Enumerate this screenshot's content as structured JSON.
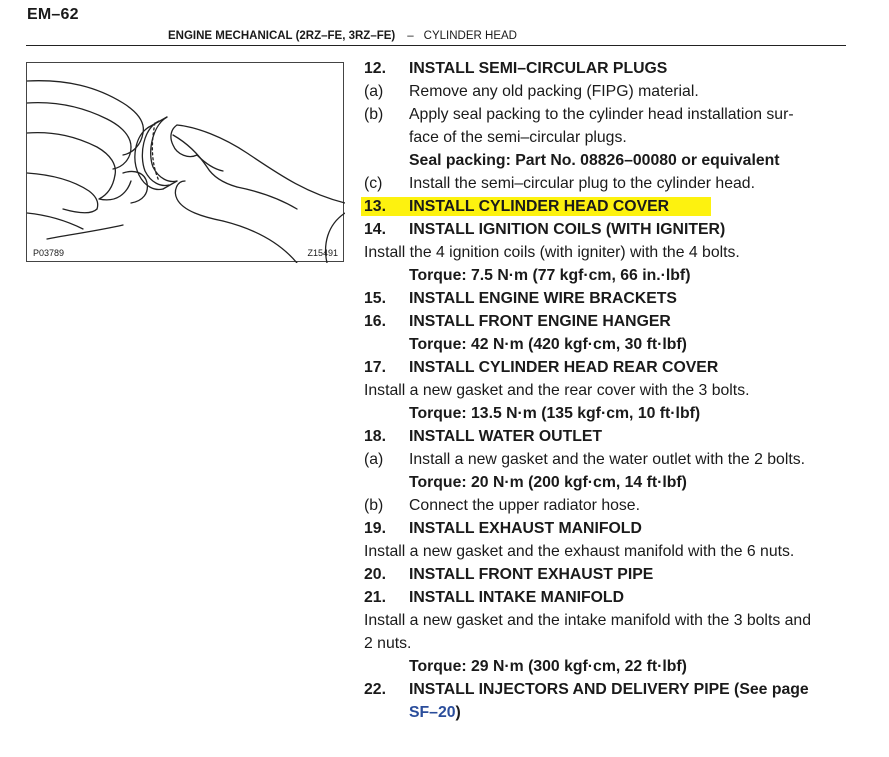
{
  "header": {
    "page_number": "EM–62",
    "section": "ENGINE MECHANICAL (2RZ–FE, 3RZ–FE)",
    "separator": "–",
    "subsection": "CYLINDER HEAD"
  },
  "figure": {
    "code_left": "P03789",
    "code_right": "Z15491"
  },
  "steps": {
    "s12": {
      "num": "12.",
      "title": "INSTALL SEMI–CIRCULAR PLUGS",
      "a_label": "(a)",
      "a_text": "Remove any old packing (FIPG) material.",
      "b_label": "(b)",
      "b_text_1": "Apply seal packing to the cylinder head installation sur-",
      "b_text_2": "face of the semi–circular plugs.",
      "spec": "Seal packing: Part No. 08826–00080 or equivalent",
      "c_label": "(c)",
      "c_text": "Install the semi–circular plug to the cylinder head."
    },
    "s13": {
      "num": "13.",
      "title": "INSTALL CYLINDER HEAD COVER"
    },
    "s14": {
      "num": "14.",
      "title": "INSTALL IGNITION COILS (WITH IGNITER)",
      "text": "Install the 4 ignition coils (with igniter) with the 4 bolts.",
      "torque": "Torque: 7.5 N·m (77 kgf·cm, 66 in.·lbf)"
    },
    "s15": {
      "num": "15.",
      "title": "INSTALL ENGINE WIRE BRACKETS"
    },
    "s16": {
      "num": "16.",
      "title": "INSTALL FRONT ENGINE HANGER",
      "torque": "Torque: 42 N·m (420 kgf·cm, 30 ft·lbf)"
    },
    "s17": {
      "num": "17.",
      "title": "INSTALL CYLINDER HEAD REAR COVER",
      "text": "Install a new gasket and the rear cover with the 3 bolts.",
      "torque": "Torque: 13.5 N·m (135 kgf·cm, 10 ft·lbf)"
    },
    "s18": {
      "num": "18.",
      "title": "INSTALL WATER OUTLET",
      "a_label": "(a)",
      "a_text": "Install a new gasket and the water outlet with the 2 bolts.",
      "torque": "Torque: 20 N·m (200 kgf·cm, 14 ft·lbf)",
      "b_label": "(b)",
      "b_text": "Connect the upper radiator hose."
    },
    "s19": {
      "num": "19.",
      "title": "INSTALL EXHAUST MANIFOLD",
      "text": "Install a new gasket and the exhaust manifold with the 6 nuts."
    },
    "s20": {
      "num": "20.",
      "title": "INSTALL FRONT EXHAUST PIPE"
    },
    "s21": {
      "num": "21.",
      "title": "INSTALL INTAKE MANIFOLD",
      "text_1": "Install a new gasket and the intake manifold with the 3 bolts and",
      "text_2": "2 nuts.",
      "torque": "Torque: 29 N·m (300 kgf·cm, 22 ft·lbf)"
    },
    "s22": {
      "num": "22.",
      "title": "INSTALL INJECTORS AND DELIVERY PIPE (See page",
      "link": "SF–20",
      "close": ")"
    }
  },
  "colors": {
    "highlight": "#fdf20f",
    "link": "#2a4d9b"
  }
}
